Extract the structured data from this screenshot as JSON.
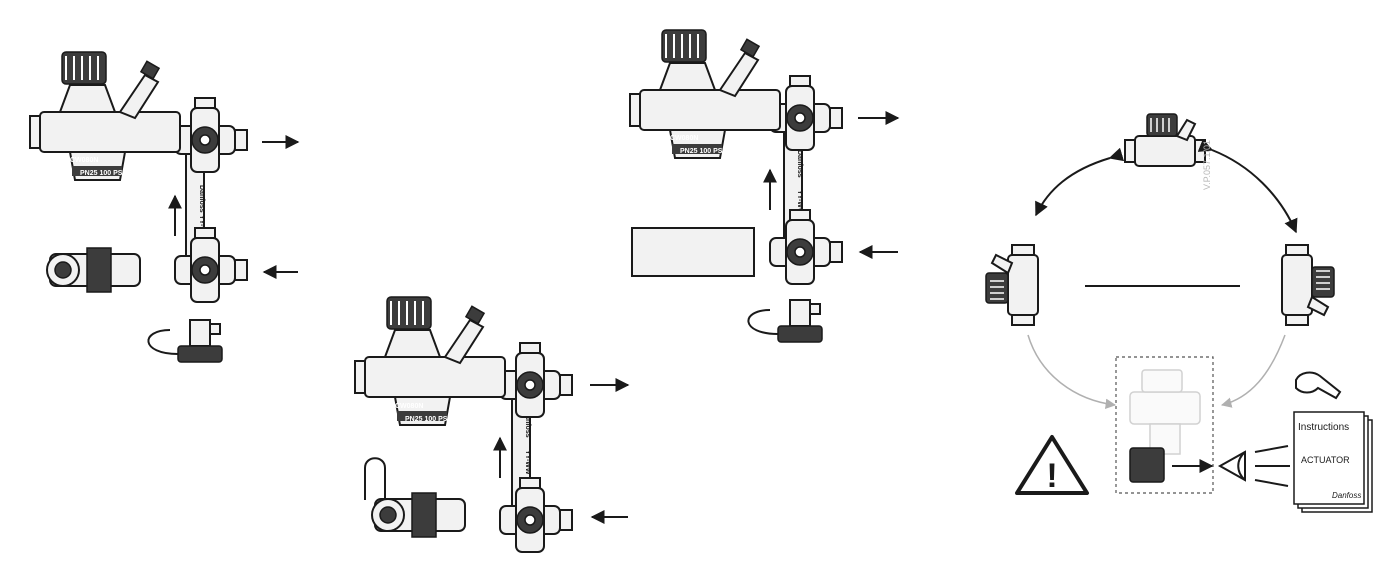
{
  "labels": {
    "manual_title": "Instructions",
    "manual_subtitle": "ACTUATOR",
    "brand": "Danfoss",
    "pipe_marking": "YY-WW",
    "valve_marking_a": "CW080N",
    "valve_marking_b": "PN25 100 PSI",
    "drawing_code": "V.P.057.1/01",
    "warning_symbol": "!"
  },
  "icons": {
    "warning": "warning-triangle-icon",
    "eye": "eye-icon",
    "hand": "pointing-hand-icon",
    "flow_arrow": "flow-arrow-icon",
    "rotation_arrow": "rotation-arrow-icon"
  },
  "colors": {
    "ink": "#1a1a1a",
    "light_ink": "#b0b0b0",
    "background": "#ffffff"
  }
}
